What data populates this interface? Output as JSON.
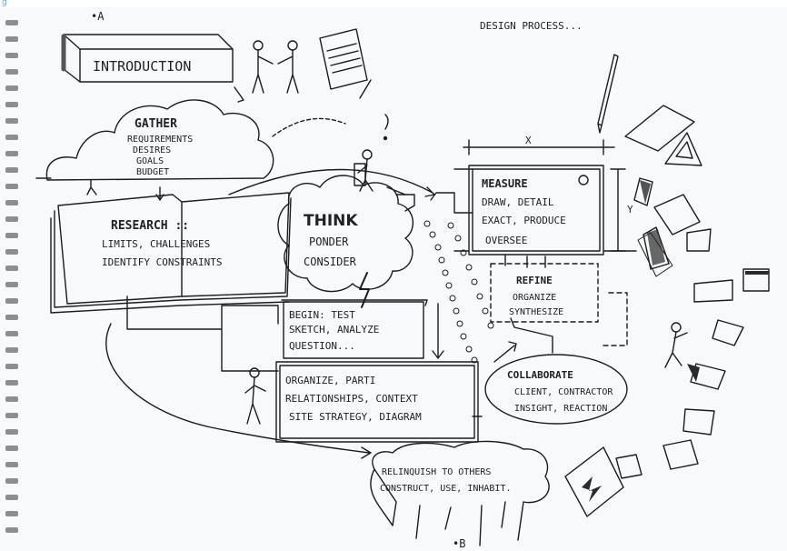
{
  "figure_caption": "g",
  "page_mark_top": "•A",
  "page_mark_bottom": "•B",
  "header": "DESIGN PROCESS...",
  "nodes": {
    "introduction": "INTRODUCTION",
    "gather": {
      "title": "GATHER",
      "items": [
        "REQUIREMENTS",
        "DESIRES",
        "GOALS",
        "BUDGET"
      ]
    },
    "research": {
      "title": "RESEARCH ::",
      "lines": [
        "LIMITS, CHALLENGES",
        "IDENTIFY CONSTRAINTS"
      ]
    },
    "think": {
      "title": "THINK",
      "lines": [
        "PONDER",
        "CONSIDER"
      ]
    },
    "measure": {
      "title": "MEASURE",
      "lines": [
        "DRAW, DETAIL",
        "EXACT, PRODUCE",
        "OVERSEE"
      ]
    },
    "refine": {
      "title": "REFINE",
      "lines": [
        "ORGANIZE",
        "SYNTHESIZE"
      ]
    },
    "begin": {
      "lines": [
        "BEGIN: TEST",
        "SKETCH, ANALYZE",
        "QUESTION..."
      ]
    },
    "organize": {
      "lines": [
        "ORGANIZE, PARTI",
        "RELATIONSHIPS, CONTEXT",
        "SITE STRATEGY, DIAGRAM"
      ]
    },
    "collaborate": {
      "title": "COLLABORATE",
      "lines": [
        "CLIENT, CONTRACTOR",
        "INSIGHT, REACTION"
      ]
    },
    "relinquish": {
      "lines": [
        "RELINQUISH TO OTHERS",
        "CONSTRUCT, USE, INHABIT."
      ]
    }
  },
  "dimension_marks": {
    "x": "X",
    "y": "Y"
  },
  "colors": {
    "paper": "#f7f9fb",
    "ink": "#1c1c1c",
    "spiral": "#9a9a9a",
    "caption": "#6aa7c9"
  }
}
